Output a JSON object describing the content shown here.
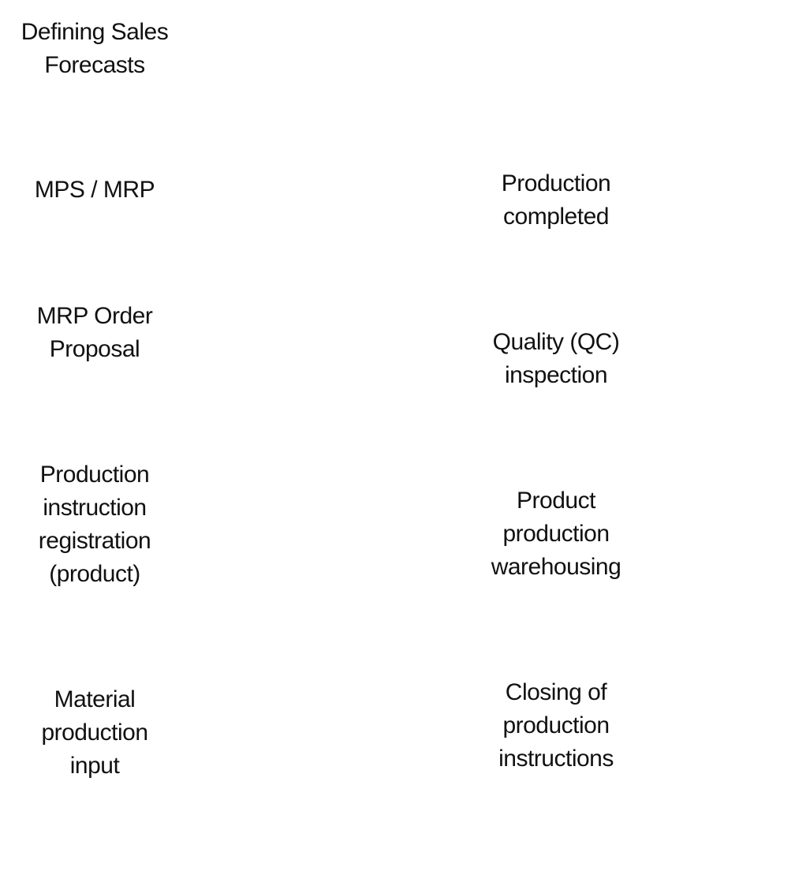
{
  "left_column": [
    {
      "id": "sales-forecasts",
      "label": "Defining Sales\nForecasts"
    },
    {
      "id": "mps-mrp",
      "label": "MPS / MRP"
    },
    {
      "id": "mrp-order-proposal",
      "label": "MRP Order\nProposal"
    },
    {
      "id": "production-instruction-registration",
      "label": "Production\ninstruction\nregistration\n(product)"
    },
    {
      "id": "material-production-input",
      "label": "Material\nproduction\ninput"
    }
  ],
  "right_column": [
    {
      "id": "production-completed",
      "label": "Production\ncompleted"
    },
    {
      "id": "quality-inspection",
      "label": "Quality (QC)\ninspection"
    },
    {
      "id": "product-production-warehousing",
      "label": "Product\nproduction\nwarehousing"
    },
    {
      "id": "closing-production-instructions",
      "label": "Closing of\nproduction\ninstructions"
    }
  ]
}
